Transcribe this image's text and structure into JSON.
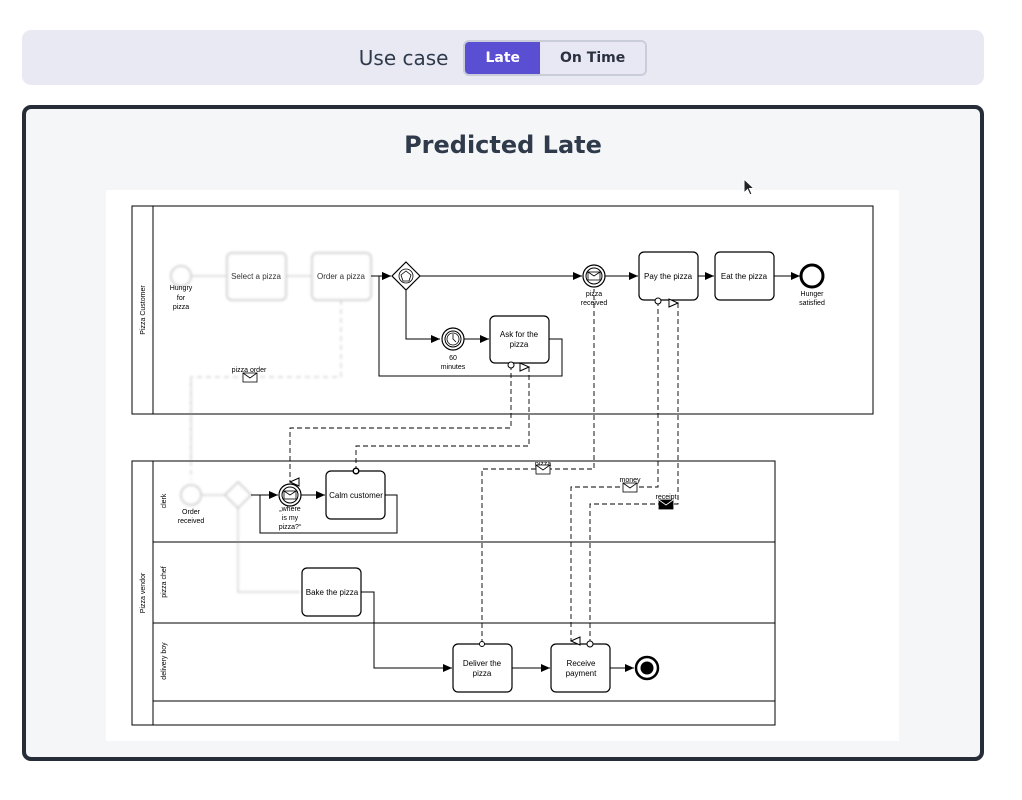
{
  "header": {
    "use_case_label": "Use case",
    "options": [
      {
        "label": "Late",
        "selected": true
      },
      {
        "label": "On Time",
        "selected": false
      }
    ]
  },
  "panel": {
    "title": "Predicted Late"
  },
  "diagram": {
    "pools": {
      "customer": "Pizza Customer",
      "vendor": "Pizza vendor"
    },
    "lanes": {
      "clerk": "clerk",
      "chef": "pizza chef",
      "delivery": "delivery boy"
    },
    "tasks": {
      "select_pizza": "Select a pizza",
      "order_pizza": "Order a pizza",
      "ask_pizza_1": "Ask for the",
      "ask_pizza_2": "pizza",
      "pay_pizza": "Pay the pizza",
      "eat_pizza": "Eat the pizza",
      "calm_customer": "Calm customer",
      "bake_pizza": "Bake the pizza",
      "deliver_1": "Deliver the",
      "deliver_2": "pizza",
      "receive_1": "Receive",
      "receive_2": "payment"
    },
    "events": {
      "hungry_1": "Hungry",
      "hungry_2": "for",
      "hungry_3": "pizza",
      "timer_1": "60",
      "timer_2": "minutes",
      "received_1": "pizza",
      "received_2": "received",
      "satisfied_1": "Hunger",
      "satisfied_2": "satisfied",
      "order_recv_1": "Order",
      "order_recv_2": "received",
      "where_1": "„where",
      "where_2": "is my",
      "where_3": "pizza?“"
    },
    "messages": {
      "pizza_order": "pizza order",
      "pizza": "pizza",
      "money": "money",
      "receipt": "receipt"
    }
  }
}
